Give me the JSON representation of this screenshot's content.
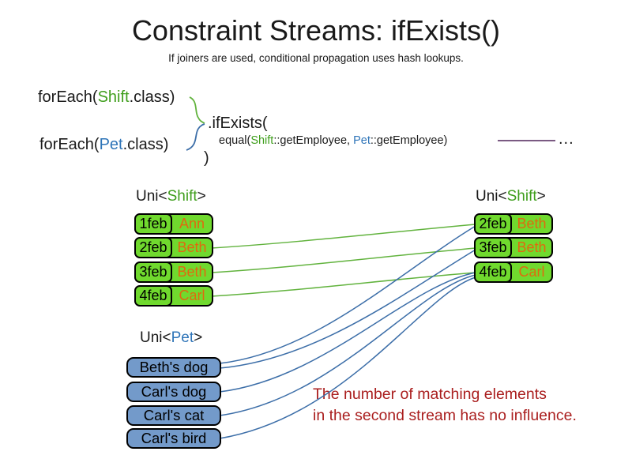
{
  "slide": {
    "title": "Constraint Streams: ifExists()",
    "subtitle": "If joiners are used, conditional propagation uses hash lookups."
  },
  "code": {
    "foreach_shift": {
      "prefix": "forEach(",
      "class_name": "Shift",
      "suffix": ".class)"
    },
    "foreach_pet": {
      "prefix": "forEach(",
      "class_name": "Pet",
      "suffix": ".class)"
    },
    "if_exists": ".ifExists(",
    "equal": {
      "prefix": "equal(",
      "left_class": "Shift",
      "left_rest": "::getEmployee, ",
      "right_class": "Pet",
      "right_rest": "::getEmployee)"
    },
    "close_paren": ")",
    "ellipsis": "..."
  },
  "left_shift_table": {
    "label_prefix": "Uni<",
    "label_class": "Shift",
    "label_suffix": ">",
    "rows": [
      {
        "date": "1feb",
        "name": "Ann"
      },
      {
        "date": "2feb",
        "name": "Beth"
      },
      {
        "date": "3feb",
        "name": "Beth"
      },
      {
        "date": "4feb",
        "name": "Carl"
      }
    ]
  },
  "right_shift_table": {
    "label_prefix": "Uni<",
    "label_class": "Shift",
    "label_suffix": ">",
    "rows": [
      {
        "date": "2feb",
        "name": "Beth"
      },
      {
        "date": "3feb",
        "name": "Beth"
      },
      {
        "date": "4feb",
        "name": "Carl"
      }
    ]
  },
  "pet_table": {
    "label_prefix": "Uni<",
    "label_class": "Pet",
    "label_suffix": ">",
    "rows": [
      {
        "name": "Beth's dog"
      },
      {
        "name": "Carl's dog"
      },
      {
        "name": "Carl's cat"
      },
      {
        "name": "Carl's bird"
      }
    ]
  },
  "note": {
    "line1": "The number of matching elements",
    "line2": "in the second stream has no influence."
  },
  "colors": {
    "class_green": "#3f9e1c",
    "class_blue": "#2e74b8",
    "box_green_fill": "#70d92e",
    "box_blue_fill": "#739aca",
    "employee_orange": "#e0690f",
    "note_red": "#aa1e1e",
    "connector_green": "#62b33e",
    "connector_blue": "#3c6ea8",
    "joiner_line_purple": "#7a5a82"
  }
}
